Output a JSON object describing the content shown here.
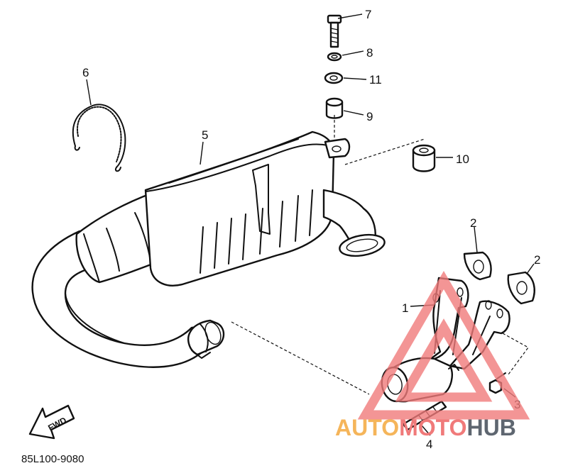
{
  "callouts": {
    "c1": "1",
    "c2a": "2",
    "c2b": "2",
    "c3": "3",
    "c4": "4",
    "c5": "5",
    "c6": "6",
    "c7": "7",
    "c8": "8",
    "c9": "9",
    "c10": "10",
    "c11": "11"
  },
  "fwd_label": "FWD",
  "drawing_number": "85L100-9080",
  "watermark": {
    "part1": "AUTO",
    "part2": "MOTO",
    "part3": "HUB",
    "colors": {
      "auto": "#f5b55a",
      "moto": "#f07a7a",
      "hub": "#5e6670"
    }
  }
}
